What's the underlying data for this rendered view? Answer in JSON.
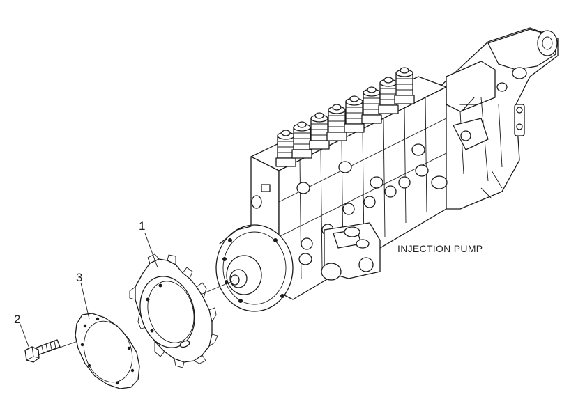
{
  "diagram": {
    "caption": "INJECTION PUMP",
    "callouts": [
      {
        "number": "1",
        "part": "gear"
      },
      {
        "number": "2",
        "part": "bolt"
      },
      {
        "number": "3",
        "part": "gasket"
      }
    ]
  }
}
